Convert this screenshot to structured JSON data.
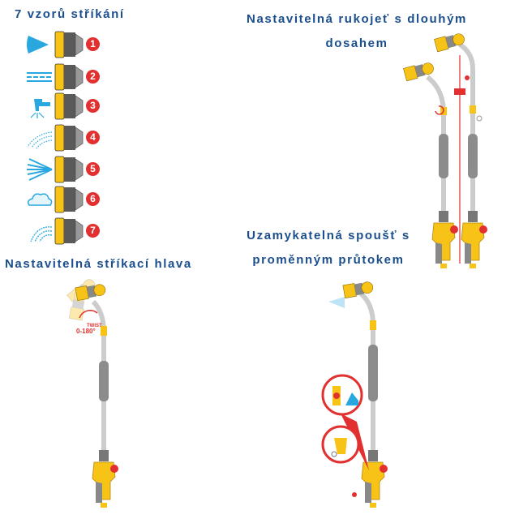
{
  "headings": {
    "patterns": "7 vzorů stříkání",
    "handle_line1": "Nastavitelná rukojeť s dlouhým",
    "handle_line2": "dosahem",
    "trigger_line1": "Uzamykatelná spoušť s",
    "trigger_line2": "proměnným průtokem",
    "head": "Nastavitelná stříkací hlava"
  },
  "patterns": [
    {
      "number": "1",
      "icon": "jet-icon"
    },
    {
      "number": "2",
      "icon": "flat-stream-icon"
    },
    {
      "number": "3",
      "icon": "tap-flow-icon"
    },
    {
      "number": "4",
      "icon": "shower-icon"
    },
    {
      "number": "5",
      "icon": "fan-spray-icon"
    },
    {
      "number": "6",
      "icon": "mist-icon"
    },
    {
      "number": "7",
      "icon": "soaker-icon"
    }
  ],
  "twist_label": "TWIST",
  "twist_range": "0-180°",
  "colors": {
    "heading": "#1b4e8c",
    "water": "#29a8e0",
    "accent": "#e1302f",
    "yellow": "#f7c316",
    "grey": "#8c8c8c"
  }
}
